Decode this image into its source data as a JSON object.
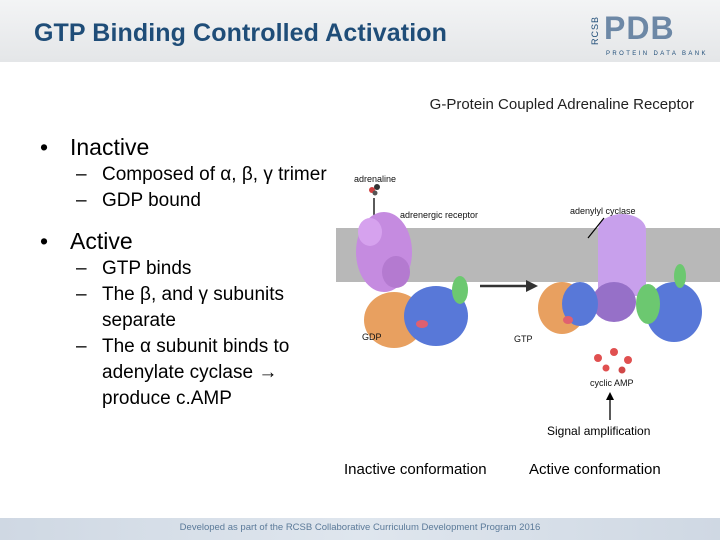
{
  "header": {
    "title": "GTP Binding Controlled Activation",
    "logo_side_text": "RCSB",
    "logo_text": "PDB",
    "logo_subtext": "PROTEIN DATA BANK"
  },
  "diagram": {
    "title": "G-Protein Coupled Adrenaline Receptor",
    "labels": {
      "adrenaline": "adrenaline",
      "receptor": "adrenergic receptor",
      "cyclase": "adenylyl cyclase",
      "gdp": "GDP",
      "gtp": "GTP",
      "camp": "cyclic AMP"
    },
    "signal_caption": "Signal amplification",
    "inactive_caption": "Inactive conformation",
    "active_caption": "Active conformation"
  },
  "bullets": [
    {
      "text": "Inactive",
      "sub": [
        "Composed of α, β, γ trimer",
        "GDP bound"
      ]
    },
    {
      "text": "Active",
      "sub": [
        "GTP binds",
        "The β, and γ subunits separate",
        "The α subunit binds to adenylate cyclase → produce c.AMP"
      ]
    }
  ],
  "footer": {
    "text": "Developed as part of the RCSB Collaborative Curriculum Development Program 2016"
  },
  "colors": {
    "title": "#1f4d78",
    "membrane": "#b8b8b8",
    "receptor": "#c58be0",
    "alpha": "#e8a060",
    "beta": "#5878d8",
    "gamma": "#6cc870",
    "cyclase": "#c8a0ec",
    "camp": "#e05050"
  }
}
